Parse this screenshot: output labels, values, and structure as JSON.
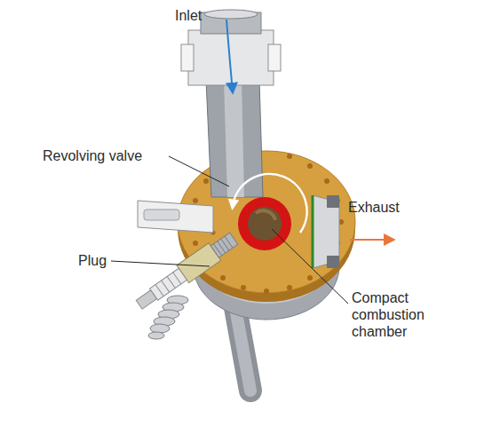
{
  "diagram": {
    "labels": [
      "Inlet",
      "Revolving valve",
      "Exhaust",
      "Plug",
      "Compact combustion chamber"
    ]
  }
}
